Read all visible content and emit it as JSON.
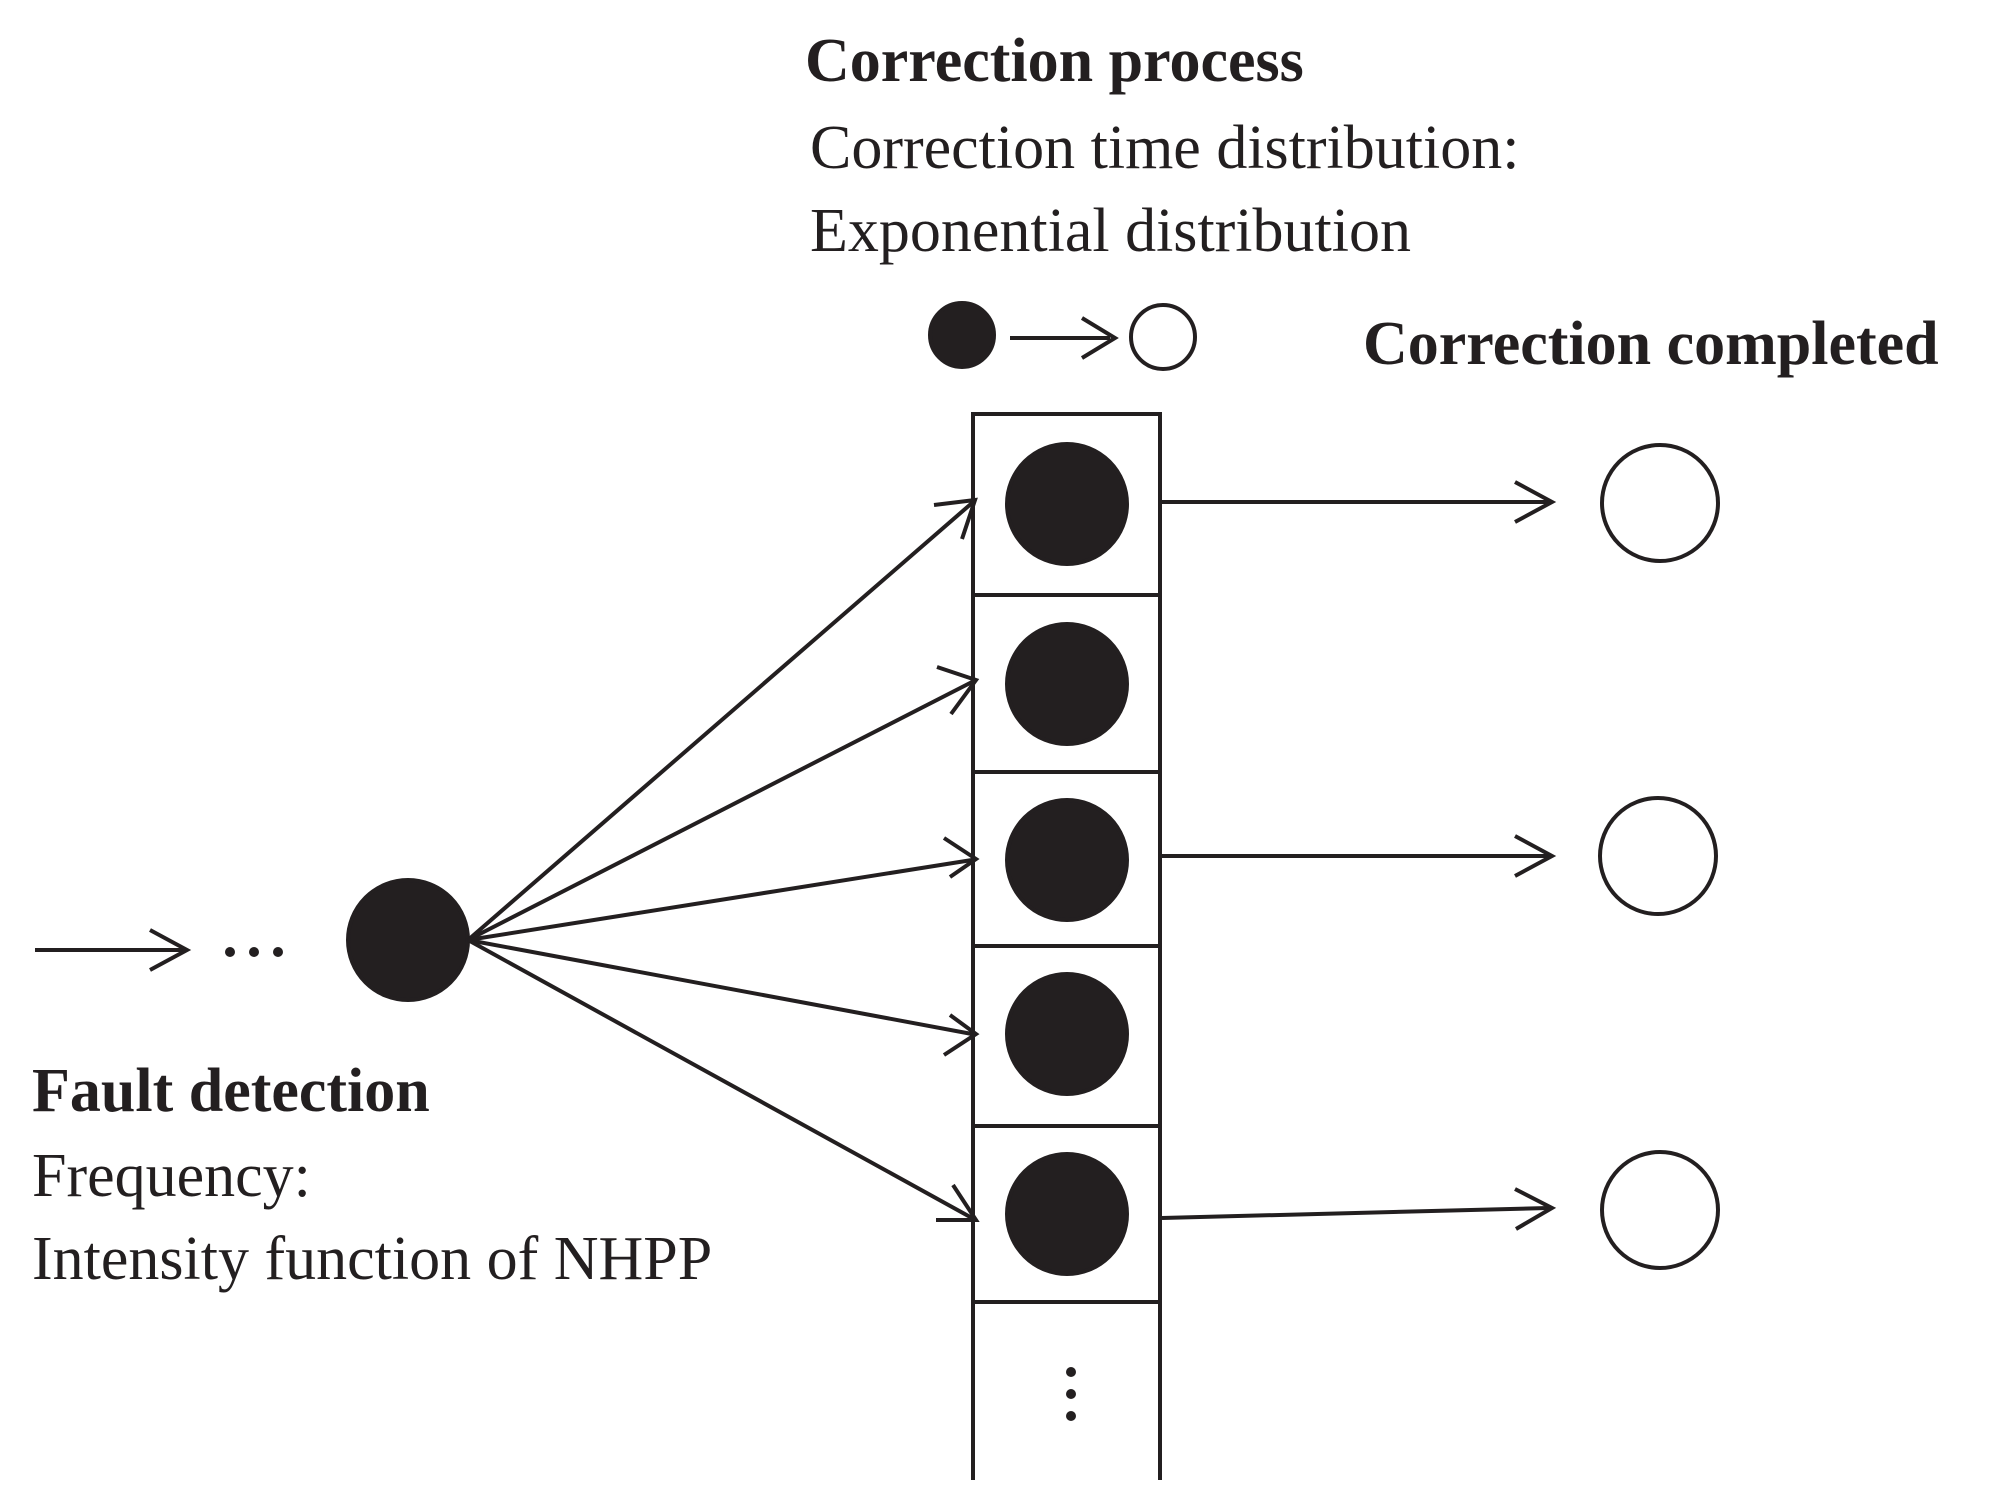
{
  "correction_process": {
    "title": "Correction process",
    "line1": "Correction time distribution:",
    "line2": "Exponential distribution"
  },
  "correction_completed": {
    "title": "Correction completed"
  },
  "fault_detection": {
    "title": "Fault detection",
    "line1": "Frequency:",
    "line2": "Intensity function of NHPP"
  },
  "colors": {
    "ink": "#231f20",
    "background": "#ffffff"
  }
}
